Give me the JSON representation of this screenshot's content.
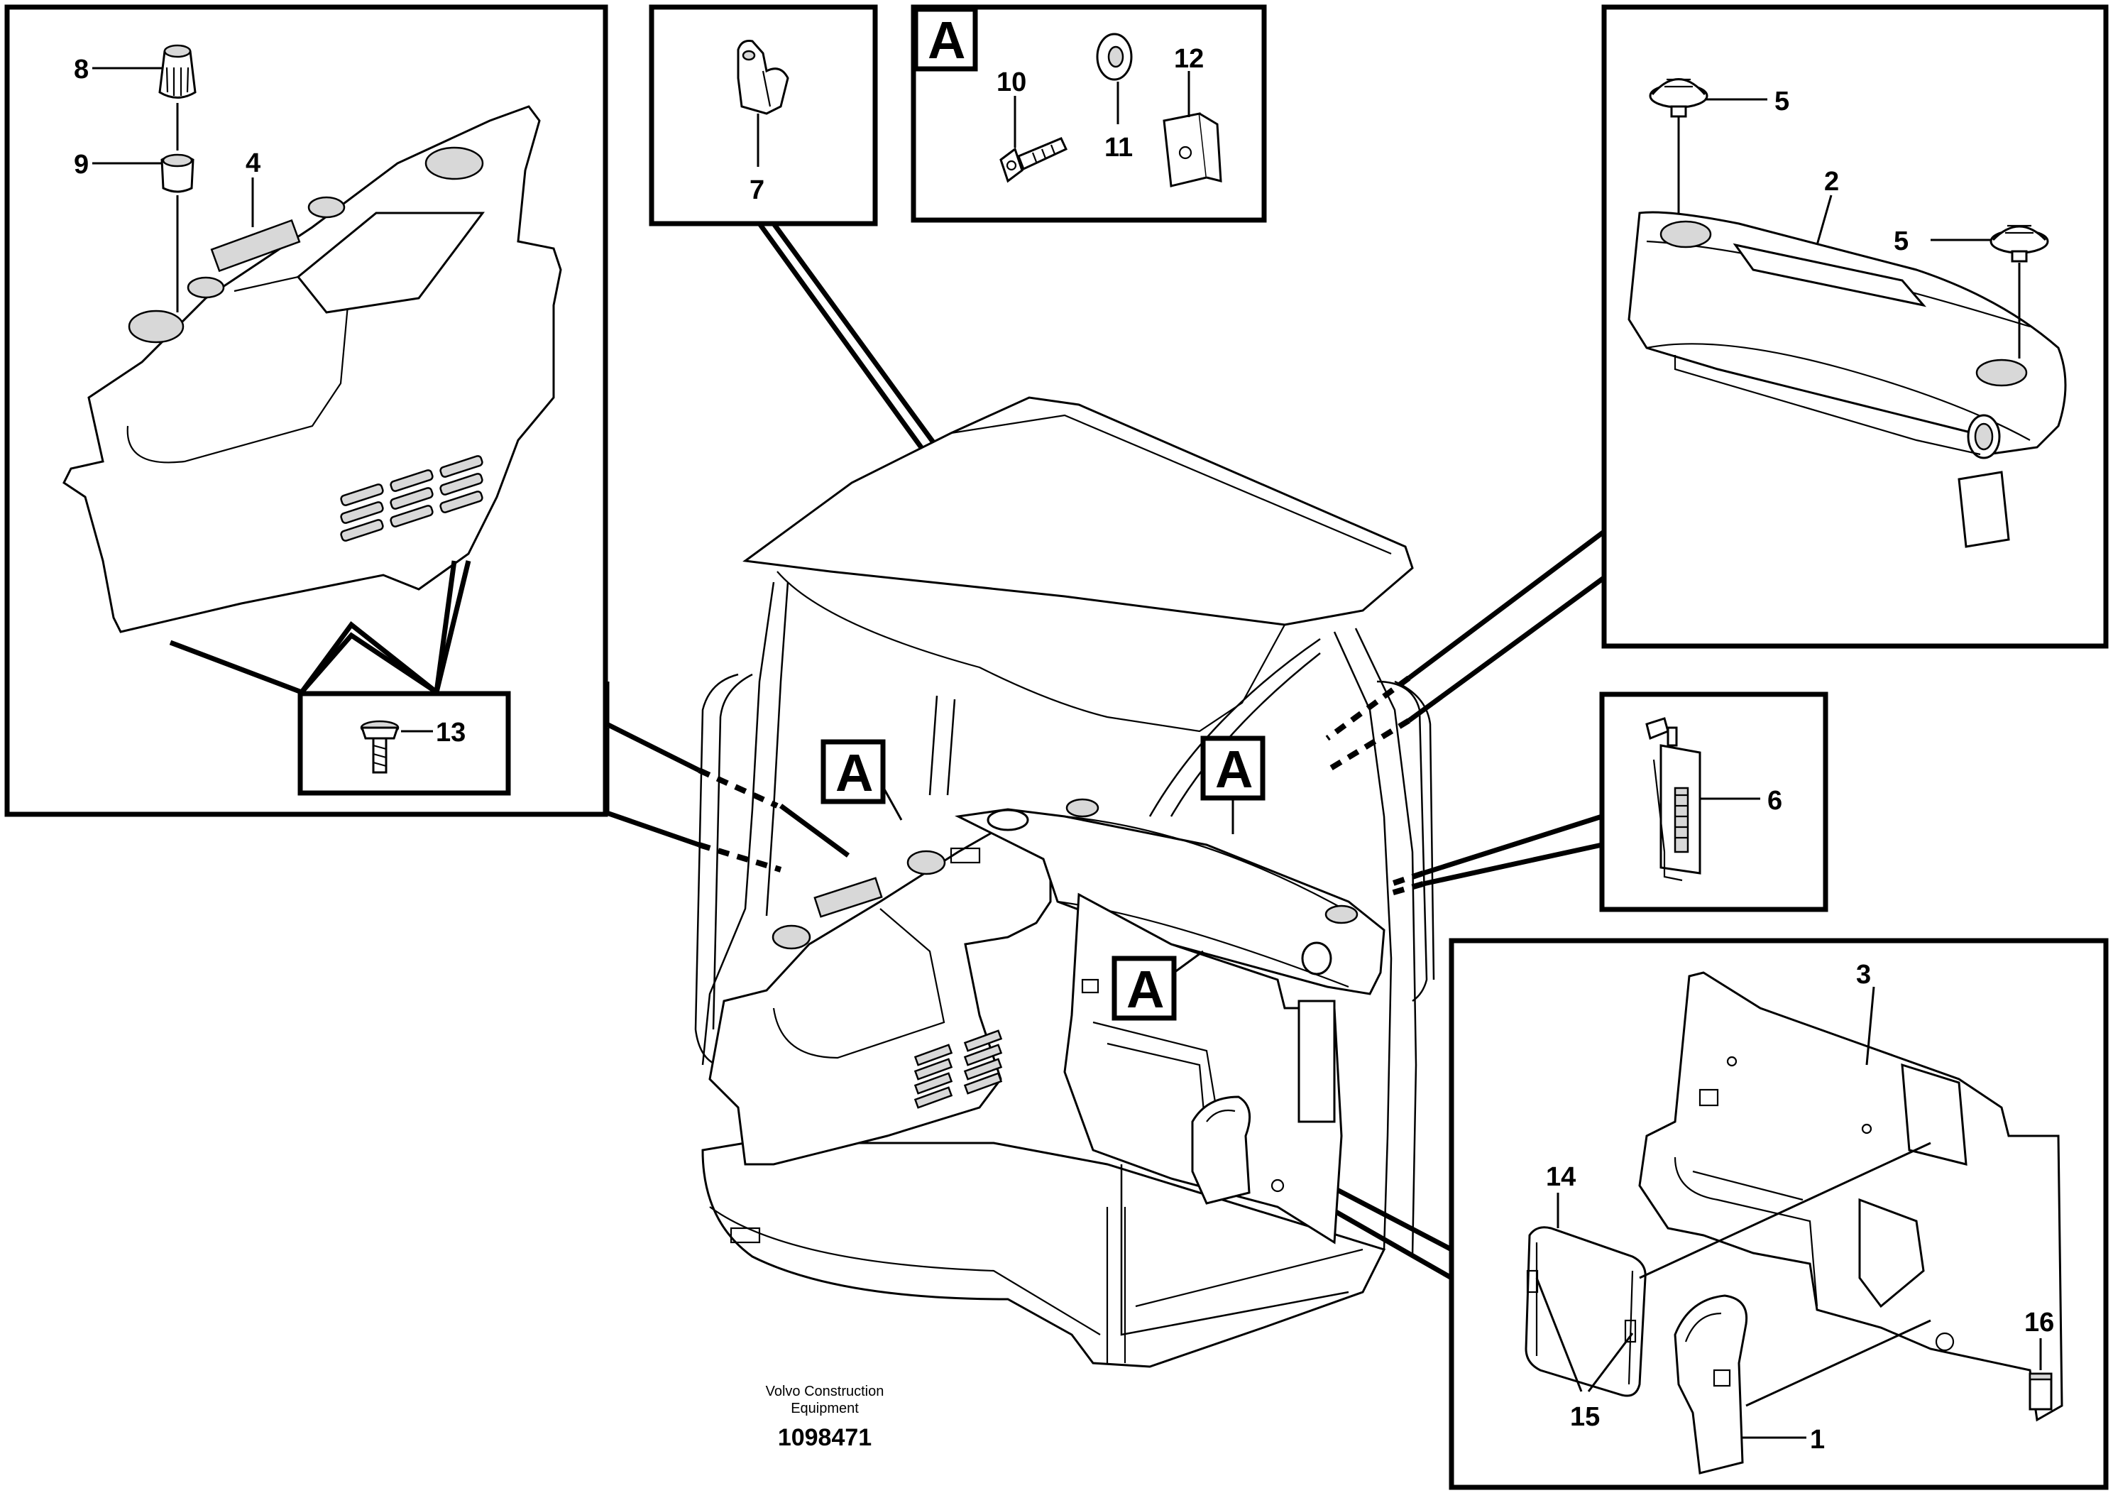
{
  "callouts": {
    "c1": "1",
    "c2": "2",
    "c3": "3",
    "c4": "4",
    "c5a": "5",
    "c5b": "5",
    "c6": "6",
    "c7": "7",
    "c8": "8",
    "c9": "9",
    "c10": "10",
    "c11": "11",
    "c12": "12",
    "c13": "13",
    "c14": "14",
    "c15": "15",
    "c16": "16"
  },
  "view_tags": {
    "inset_tag": "A",
    "cab_tag_left": "A",
    "cab_tag_center": "A",
    "cab_tag_lower": "A"
  },
  "footer": {
    "company_line1": "Volvo Construction",
    "company_line2": "Equipment",
    "drawing_number": "1098471"
  }
}
